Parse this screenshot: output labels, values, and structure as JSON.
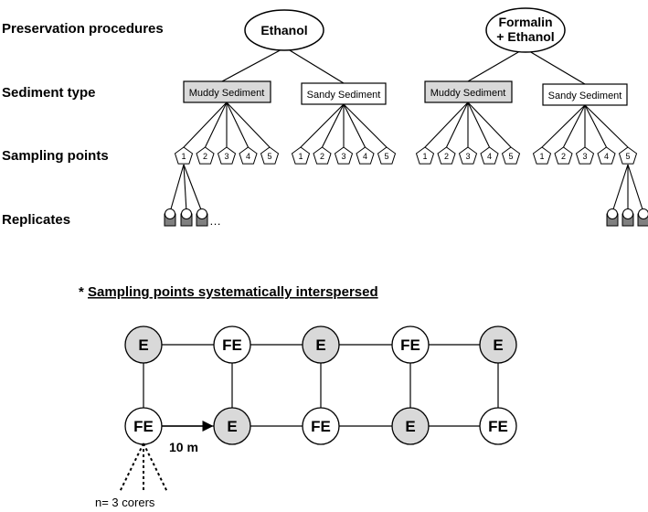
{
  "row_labels": {
    "preservation": "Preservation procedures",
    "sediment": "Sediment type",
    "sampling": "Sampling points",
    "replicates": "Replicates"
  },
  "procedures": [
    {
      "line1": "Ethanol",
      "line2": ""
    },
    {
      "line1": "Formalin",
      "line2": "+ Ethanol"
    }
  ],
  "sediments": [
    {
      "label": "Muddy Sediment",
      "shaded": true
    },
    {
      "label": "Sandy Sediment",
      "shaded": false
    },
    {
      "label": "Muddy Sediment",
      "shaded": true
    },
    {
      "label": "Sandy Sediment",
      "shaded": false
    }
  ],
  "point_numbers": [
    "1",
    "2",
    "3",
    "4",
    "5"
  ],
  "replicates_ellipsis": "…",
  "layout_title": {
    "prefix": "* ",
    "text": "Sampling points systematically interspersed"
  },
  "grid": {
    "top_row": [
      "E",
      "FE",
      "E",
      "FE",
      "E"
    ],
    "bottom_row": [
      "FE",
      "E",
      "FE",
      "E",
      "FE"
    ],
    "colors": {
      "E": "#d9d9d9",
      "FE": "#ffffff"
    }
  },
  "distance_label": "10 m",
  "corers_label": "n= 3 corers",
  "colors": {
    "shaded_box": "#d9d9d9",
    "replicate_tube": "#808080",
    "stroke": "#000000"
  }
}
